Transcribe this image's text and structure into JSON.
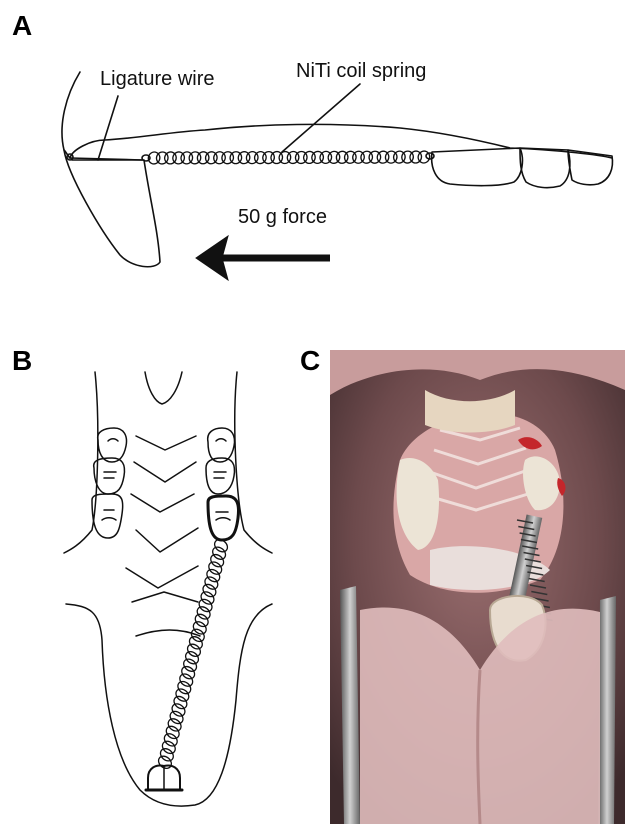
{
  "panels": {
    "a": "A",
    "b": "B",
    "c": "C"
  },
  "labels": {
    "ligature_wire": "Ligature wire",
    "niti_coil_spring": "NiTi coil spring",
    "force": "50 g force"
  },
  "colors": {
    "line": "#111111",
    "photo_background": "#6b4a4d",
    "gum_pink": "#d9a7a6",
    "tooth_white": "#ece4d6",
    "spring_metal": "#8f8f8f",
    "blood_red": "#c4262b"
  }
}
